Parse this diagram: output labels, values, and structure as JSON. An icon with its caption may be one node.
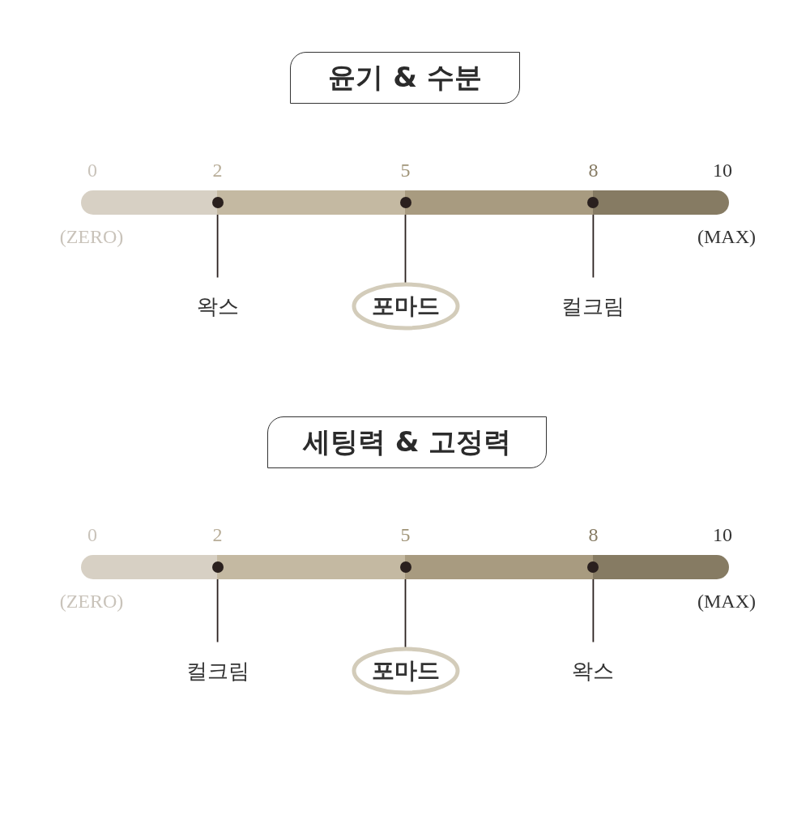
{
  "diagram": {
    "nodes": [
      {
        "text": [
          "윤기 & 수분"
        ]
      },
      {
        "text": [],
        "shape": "bar"
      },
      {
        "text": [],
        "shape": "circle",
        "in": 1
      },
      {
        "text": [],
        "shape": "circle",
        "in": 1
      },
      {
        "text": [],
        "shape": "circle",
        "in": 1
      },
      {
        "text": [
          "왁스"
        ]
      },
      {
        "text": [
          "포마드"
        ]
      },
      {
        "text": [
          "컬크림"
        ]
      },
      {
        "text": [
          "세팅력 & 고정력"
        ]
      },
      {
        "text": [],
        "shape": "bar"
      },
      {
        "text": [],
        "shape": "circle",
        "in": 9
      },
      {
        "text": [],
        "shape": "circle",
        "in": 9
      },
      {
        "text": [],
        "shape": "circle",
        "in": 9
      },
      {
        "text": [
          "컬크림"
        ]
      },
      {
        "text": [
          "포마드"
        ]
      },
      {
        "text": [
          "왁스"
        ]
      }
    ],
    "edges": [
      {
        "from": 5,
        "to": 2,
        "arrow": "none"
      },
      {
        "from": 6,
        "to": 3,
        "arrow": "none"
      },
      {
        "from": 7,
        "to": 4,
        "arrow": "none"
      },
      {
        "from": 13,
        "to": 10,
        "arrow": "none"
      },
      {
        "from": 14,
        "to": 11,
        "arrow": "none"
      },
      {
        "from": 15,
        "to": 12,
        "arrow": "none"
      }
    ],
    "labels": [
      "0",
      "2",
      "5",
      "8",
      "10",
      "(ZERO)",
      "(MAX)",
      "0",
      "2",
      "5",
      "8",
      "10",
      "(ZERO)",
      "(MAX)"
    ]
  }
}
